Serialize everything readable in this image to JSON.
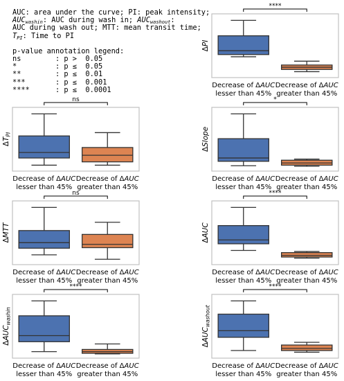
{
  "legend_text": {
    "line1": "AUC: area under the curve; PI: peak intensity;",
    "line2_a": "AUC",
    "line2_a_sub": "washin",
    "line2_b": ": AUC during wash in; ",
    "line2_c": "AUC",
    "line2_c_sub": "washout",
    "line2_d": ":",
    "line3": "AUC during wash out; MTT: mean transit time;",
    "line4_a": "T",
    "line4_a_sub": "PI",
    "line4_b": ": Time to PI",
    "pvalue_title": "p-value annotation legend:",
    "pvalue_rows": [
      {
        "symbol": "ns",
        "rule": ": p >  0.05"
      },
      {
        "symbol": "*",
        "rule": ": p ≤  0.05"
      },
      {
        "symbol": "**",
        "rule": ": p ≤  0.01"
      },
      {
        "symbol": "***",
        "rule": ": p ≤  0.001"
      },
      {
        "symbol": "****",
        "rule": ": p ≤  0.0001"
      }
    ]
  },
  "colors": {
    "group1": "#4c72b0",
    "group2": "#dd8452",
    "frame": "#c0c0c0",
    "line": "#333333"
  },
  "chart_data": [
    {
      "type": "box",
      "ylabel": "ΔPI",
      "ylabel_main": "Δ",
      "ylabel_italic": "PI",
      "ylabel_sub": "",
      "significance": "****",
      "categories": [
        {
          "line1": "Decrease of Δ",
          "line1_italic": "AUC",
          "line2": "lesser than 45%"
        },
        {
          "line1": "Decrease of Δ",
          "line1_italic": "AUC",
          "line2": "greater than 45%"
        }
      ],
      "series": [
        {
          "whislo": 0.34,
          "q1": 0.38,
          "median": 0.45,
          "q3": 0.72,
          "whishi": 1.0
        },
        {
          "whislo": 0.07,
          "q1": 0.11,
          "median": 0.15,
          "q3": 0.19,
          "whishi": 0.26
        }
      ],
      "ylim": [
        0,
        1.08
      ]
    },
    {
      "type": "box",
      "ylabel": "ΔT_PI",
      "ylabel_main": "Δ",
      "ylabel_italic": "T",
      "ylabel_sub": "PI",
      "significance": "ns",
      "categories": [
        {
          "line1": "Decrease of Δ",
          "line1_italic": "AUC",
          "line2": "lesser than 45%"
        },
        {
          "line1": "Decrease of Δ",
          "line1_italic": "AUC",
          "line2": "greater than 45%"
        }
      ],
      "series": [
        {
          "whislo": 0.07,
          "q1": 0.2,
          "median": 0.3,
          "q3": 0.6,
          "whishi": 1.0
        },
        {
          "whislo": 0.07,
          "q1": 0.13,
          "median": 0.25,
          "q3": 0.39,
          "whishi": 0.66
        }
      ],
      "ylim": [
        0,
        1.08
      ]
    },
    {
      "type": "box",
      "ylabel": "ΔSlope",
      "ylabel_main": "Δ",
      "ylabel_italic": "Slope",
      "ylabel_sub": "",
      "significance": "*",
      "categories": [
        {
          "line1": "Decrease of Δ",
          "line1_italic": "AUC",
          "line2": "lesser than 45%"
        },
        {
          "line1": "Decrease of Δ",
          "line1_italic": "AUC",
          "line2": "greater than 45%"
        }
      ],
      "series": [
        {
          "whislo": 0.06,
          "q1": 0.14,
          "median": 0.2,
          "q3": 0.55,
          "whishi": 1.0
        },
        {
          "whislo": 0.05,
          "q1": 0.07,
          "median": 0.11,
          "q3": 0.16,
          "whishi": 0.18
        }
      ],
      "ylim": [
        0,
        1.08
      ]
    },
    {
      "type": "box",
      "ylabel": "ΔMTT",
      "ylabel_main": "Δ",
      "ylabel_italic": "MTT",
      "ylabel_sub": "",
      "significance": "ns",
      "categories": [
        {
          "line1": "Decrease of Δ",
          "line1_italic": "AUC",
          "line2": "lesser than 45%"
        },
        {
          "line1": "Decrease of Δ",
          "line1_italic": "AUC",
          "line2": "greater than 45%"
        }
      ],
      "series": [
        {
          "whislo": 0.14,
          "q1": 0.26,
          "median": 0.36,
          "q3": 0.58,
          "whishi": 1.0
        },
        {
          "whislo": 0.06,
          "q1": 0.27,
          "median": 0.33,
          "q3": 0.51,
          "whishi": 0.73
        }
      ],
      "ylim": [
        0,
        1.08
      ]
    },
    {
      "type": "box",
      "ylabel": "ΔAUC",
      "ylabel_main": "Δ",
      "ylabel_italic": "AUC",
      "ylabel_sub": "",
      "significance": "****",
      "categories": [
        {
          "line1": "Decrease of Δ",
          "line1_italic": "AUC",
          "line2": "lesser than 45%"
        },
        {
          "line1": "Decrease of Δ",
          "line1_italic": "AUC",
          "line2": "greater than 45%"
        }
      ],
      "series": [
        {
          "whislo": 0.22,
          "q1": 0.34,
          "median": 0.41,
          "q3": 0.67,
          "whishi": 1.0
        },
        {
          "whislo": 0.08,
          "q1": 0.1,
          "median": 0.13,
          "q3": 0.18,
          "whishi": 0.2
        }
      ],
      "ylim": [
        0,
        1.08
      ]
    },
    {
      "type": "box",
      "ylabel": "ΔAUC_washin",
      "ylabel_main": "Δ",
      "ylabel_italic": "AUC",
      "ylabel_sub": "washin",
      "significance": "****",
      "categories": [
        {
          "line1": "Decrease of Δ",
          "line1_italic": "AUC",
          "line2": "lesser than 45%"
        },
        {
          "line1": "Decrease of Δ",
          "line1_italic": "AUC",
          "line2": "greater than 45%"
        }
      ],
      "series": [
        {
          "whislo": 0.08,
          "q1": 0.26,
          "median": 0.37,
          "q3": 0.73,
          "whishi": 1.0
        },
        {
          "whislo": 0.04,
          "q1": 0.05,
          "median": 0.08,
          "q3": 0.12,
          "whishi": 0.22
        }
      ],
      "ylim": [
        0,
        1.08
      ]
    },
    {
      "type": "box",
      "ylabel": "ΔAUC_washout",
      "ylabel_main": "Δ",
      "ylabel_italic": "AUC",
      "ylabel_sub": "washout",
      "significance": "****",
      "categories": [
        {
          "line1": "Decrease of Δ",
          "line1_italic": "AUC",
          "line2": "lesser than 45%"
        },
        {
          "line1": "Decrease of Δ",
          "line1_italic": "AUC",
          "line2": "greater than 45%"
        }
      ],
      "series": [
        {
          "whislo": 0.1,
          "q1": 0.34,
          "median": 0.46,
          "q3": 0.76,
          "whishi": 1.0
        },
        {
          "whislo": 0.07,
          "q1": 0.1,
          "median": 0.14,
          "q3": 0.2,
          "whishi": 0.25
        }
      ],
      "ylim": [
        0,
        1.08
      ]
    }
  ]
}
